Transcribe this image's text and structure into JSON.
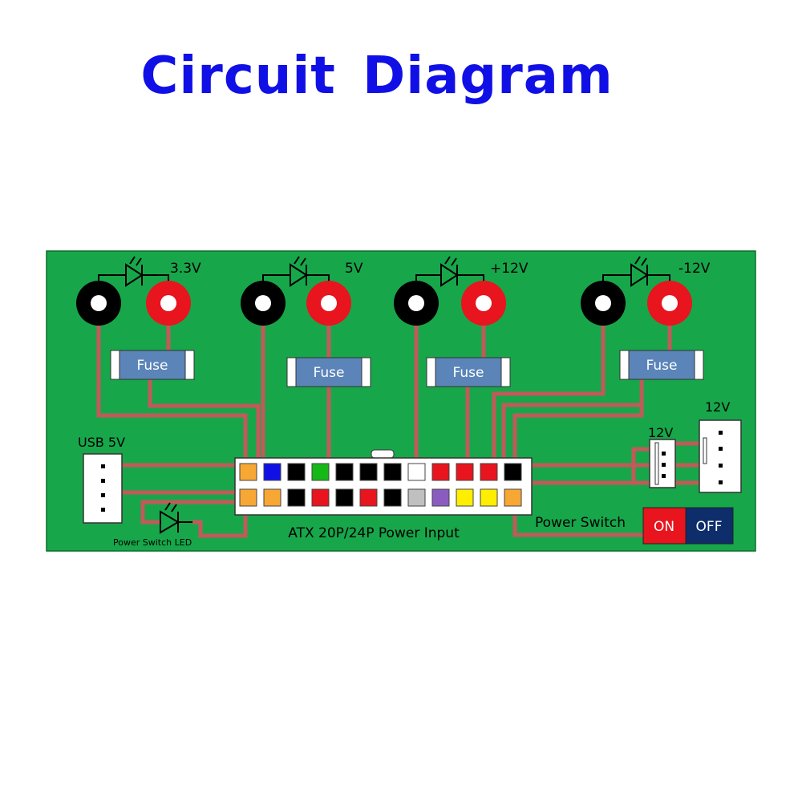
{
  "title": "Circuit Diagram",
  "labels": {
    "rail_1": "3.3V",
    "rail_2": "5V",
    "rail_3": "+12V",
    "rail_4": "-12V",
    "fuse": "Fuse",
    "usb": "USB 5V",
    "conn_small": "12V",
    "conn_large": "12V",
    "atx": "ATX 20P/24P Power Input",
    "power_switch": "Power Switch",
    "switch_on": "ON",
    "switch_off": "OFF",
    "switch_led": "Power Switch LED"
  },
  "colors": {
    "board": "#18a64a",
    "trace": "#c15a5a",
    "title": "#1010e6",
    "terminal_red": "#e8141e",
    "terminal_black": "#000000",
    "fuse_body": "#5b85b8",
    "switch_on": "#e8141e",
    "switch_off": "#0d2d6b"
  },
  "atx_pins": {
    "top_row": [
      "#f7a733",
      "#1010e6",
      "#000000",
      "#16b818",
      "#000000",
      "#000000",
      "#000000",
      "#ffffff",
      "#e8141e",
      "#e8141e",
      "#e8141e",
      "#000000"
    ],
    "bottom_row": [
      "#f7a733",
      "#f7a733",
      "#000000",
      "#e8141e",
      "#000000",
      "#e8141e",
      "#000000",
      "#c0c0c0",
      "#8a5cc0",
      "#ffee00",
      "#ffee00",
      "#f7a733"
    ]
  }
}
